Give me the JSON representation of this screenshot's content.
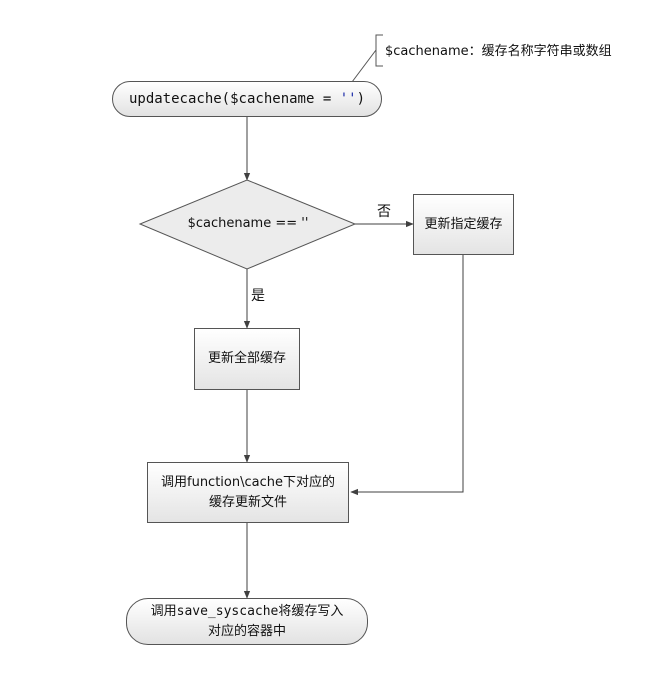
{
  "annotation": {
    "param": "$cachename",
    "desc": "：缓存名称字符串或数组"
  },
  "start": {
    "func": "updatecache(",
    "var": "$cachename",
    "eq": " = ",
    "quotes": "''",
    "close": ")"
  },
  "decision": {
    "text": "$cachename == ''"
  },
  "labels": {
    "no": "否",
    "yes": "是"
  },
  "update_specified": {
    "text": "更新指定缓存"
  },
  "update_all": {
    "text": "更新全部缓存"
  },
  "call_files": {
    "line1": "调用function\\cache下对应的",
    "line2": "缓存更新文件"
  },
  "end": {
    "line1_a": "调用",
    "line1_code": "save_syscache",
    "line1_b": "将缓存写入",
    "line2": "对应的容器中"
  },
  "colors": {
    "line": "#404040",
    "quote": "#1a2aa8",
    "border": "#555555"
  }
}
